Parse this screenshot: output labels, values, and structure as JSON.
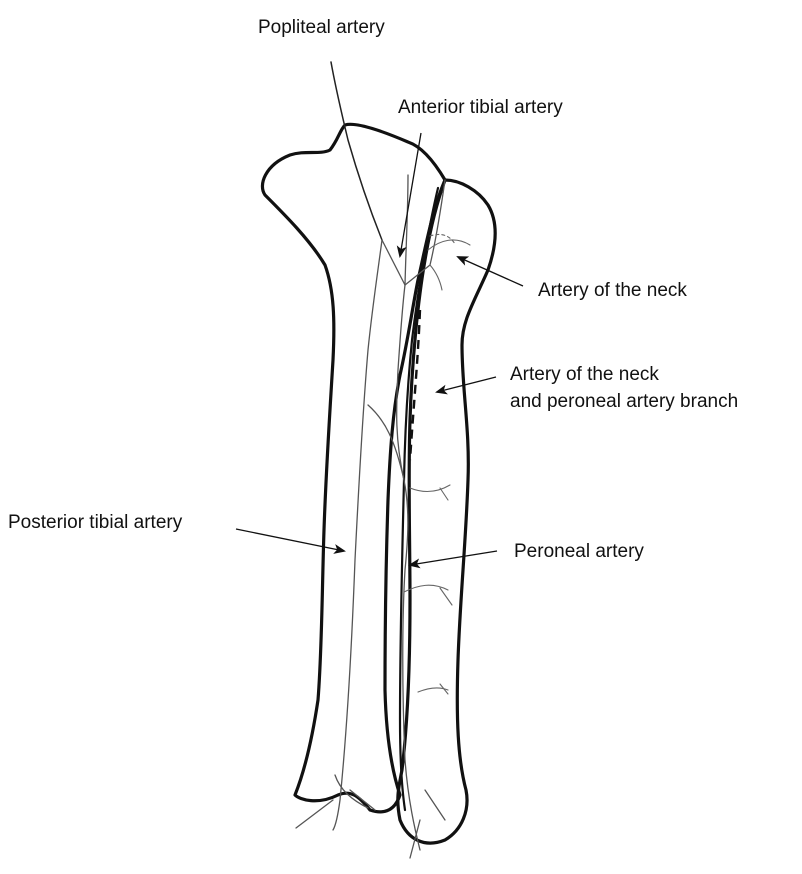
{
  "labels": {
    "popliteal": "Popliteal artery",
    "anterior_tibial": "Anterior tibial artery",
    "artery_neck": "Artery of the neck",
    "artery_neck_peroneal_line1": "Artery of the neck",
    "artery_neck_peroneal_line2": "and peroneal artery branch",
    "posterior_tibial": "Posterior tibial artery",
    "peroneal": "Peroneal artery"
  }
}
